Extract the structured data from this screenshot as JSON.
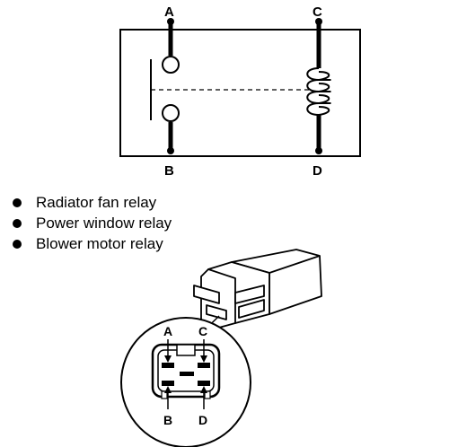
{
  "schematic": {
    "terminals": {
      "a": "A",
      "b": "B",
      "c": "C",
      "d": "D"
    }
  },
  "relay_list": [
    {
      "label": "Radiator fan relay"
    },
    {
      "label": "Power window relay"
    },
    {
      "label": "Blower motor relay"
    }
  ],
  "connector_view": {
    "pins": {
      "a": "A",
      "b": "B",
      "c": "C",
      "d": "D"
    }
  }
}
